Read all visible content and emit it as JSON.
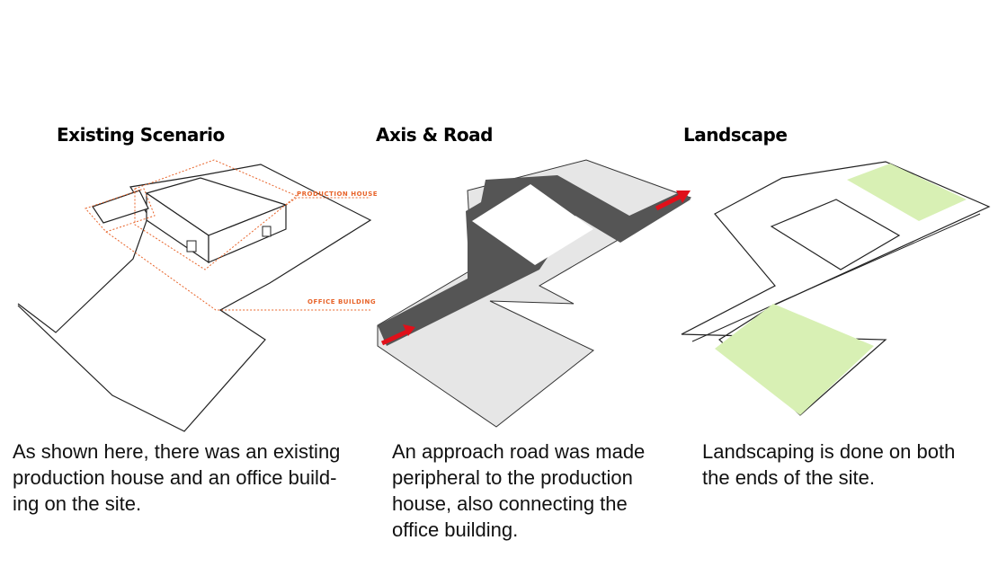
{
  "panels": [
    {
      "heading": "Existing Scenario",
      "caption": "As shown here, there was an existing\nproduction house and an office build-\ning on the site.",
      "labels": {
        "production_house": "PRODUCTION HOUSE",
        "office_building": "OFFICE BUILDING"
      }
    },
    {
      "heading": "Axis & Road",
      "caption": "An approach road was made\nperipheral to the production\nhouse, also connecting the\noffice building."
    },
    {
      "heading": "Landscape",
      "caption": "Landscaping is done on both\nthe ends of the site."
    }
  ],
  "colors": {
    "annotation": "#e8642a",
    "site_fill": "#e6e6e6",
    "road": "#555555",
    "arrow": "#e0101a",
    "landscape": "#d8f0b4"
  }
}
